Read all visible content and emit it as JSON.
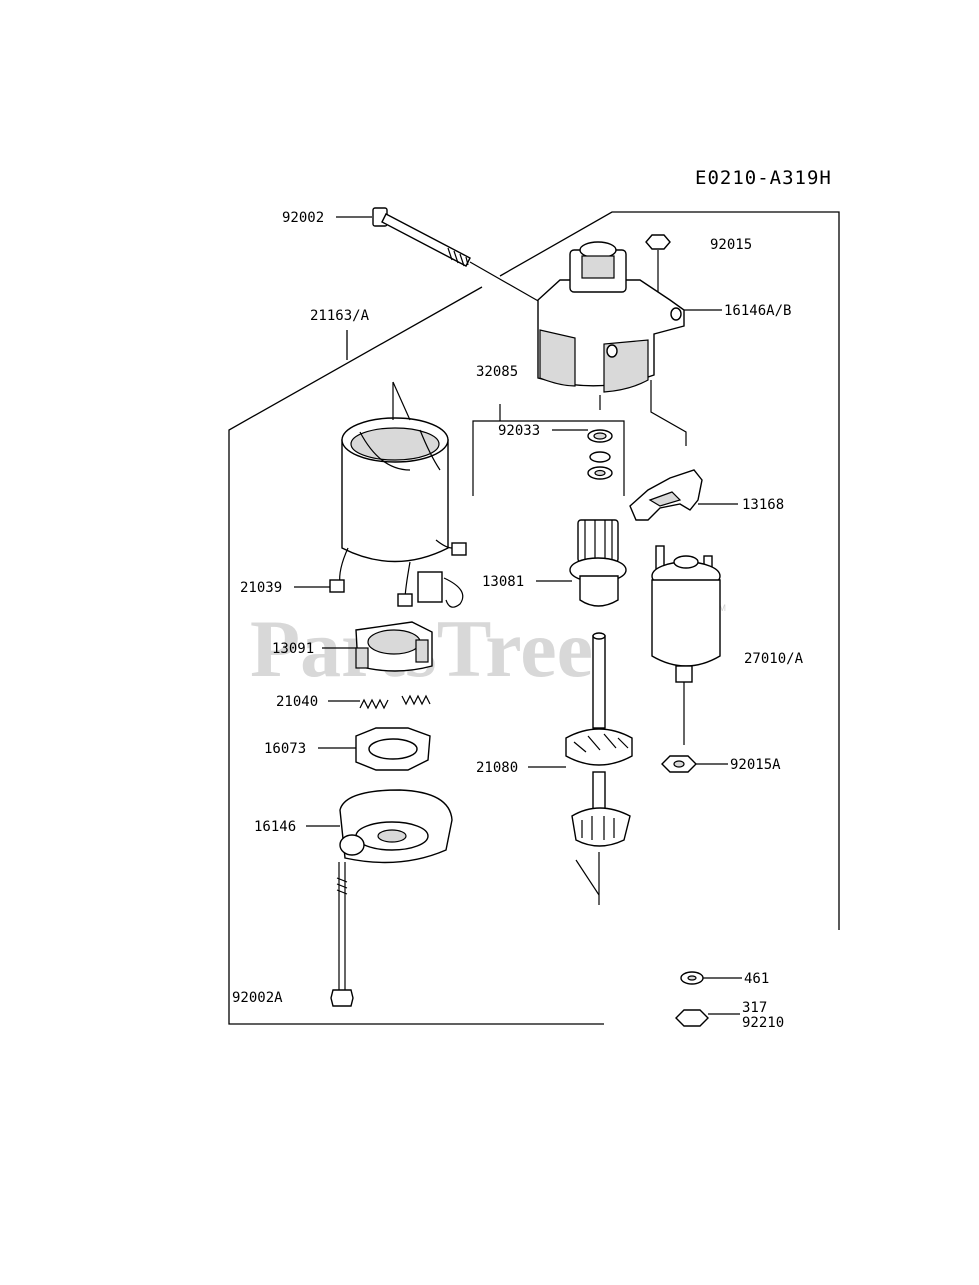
{
  "diagram_code": "E0210-A319H",
  "watermark": "PartsTree",
  "watermark_tm": "TM",
  "labels": {
    "p92002": "92002",
    "p92015": "92015",
    "p16146AB": "16146A/B",
    "p21163A": "21163/A",
    "p32085": "32085",
    "p92033": "92033",
    "p13168": "13168",
    "p13081": "13081",
    "p21039": "21039",
    "p13091": "13091",
    "p27010A": "27010/A",
    "p21040": "21040",
    "p16073": "16073",
    "p21080": "21080",
    "p92015A": "92015A",
    "p16146": "16146",
    "p461": "461",
    "p317": "317",
    "p92210": "92210",
    "p92002A": "92002A"
  }
}
